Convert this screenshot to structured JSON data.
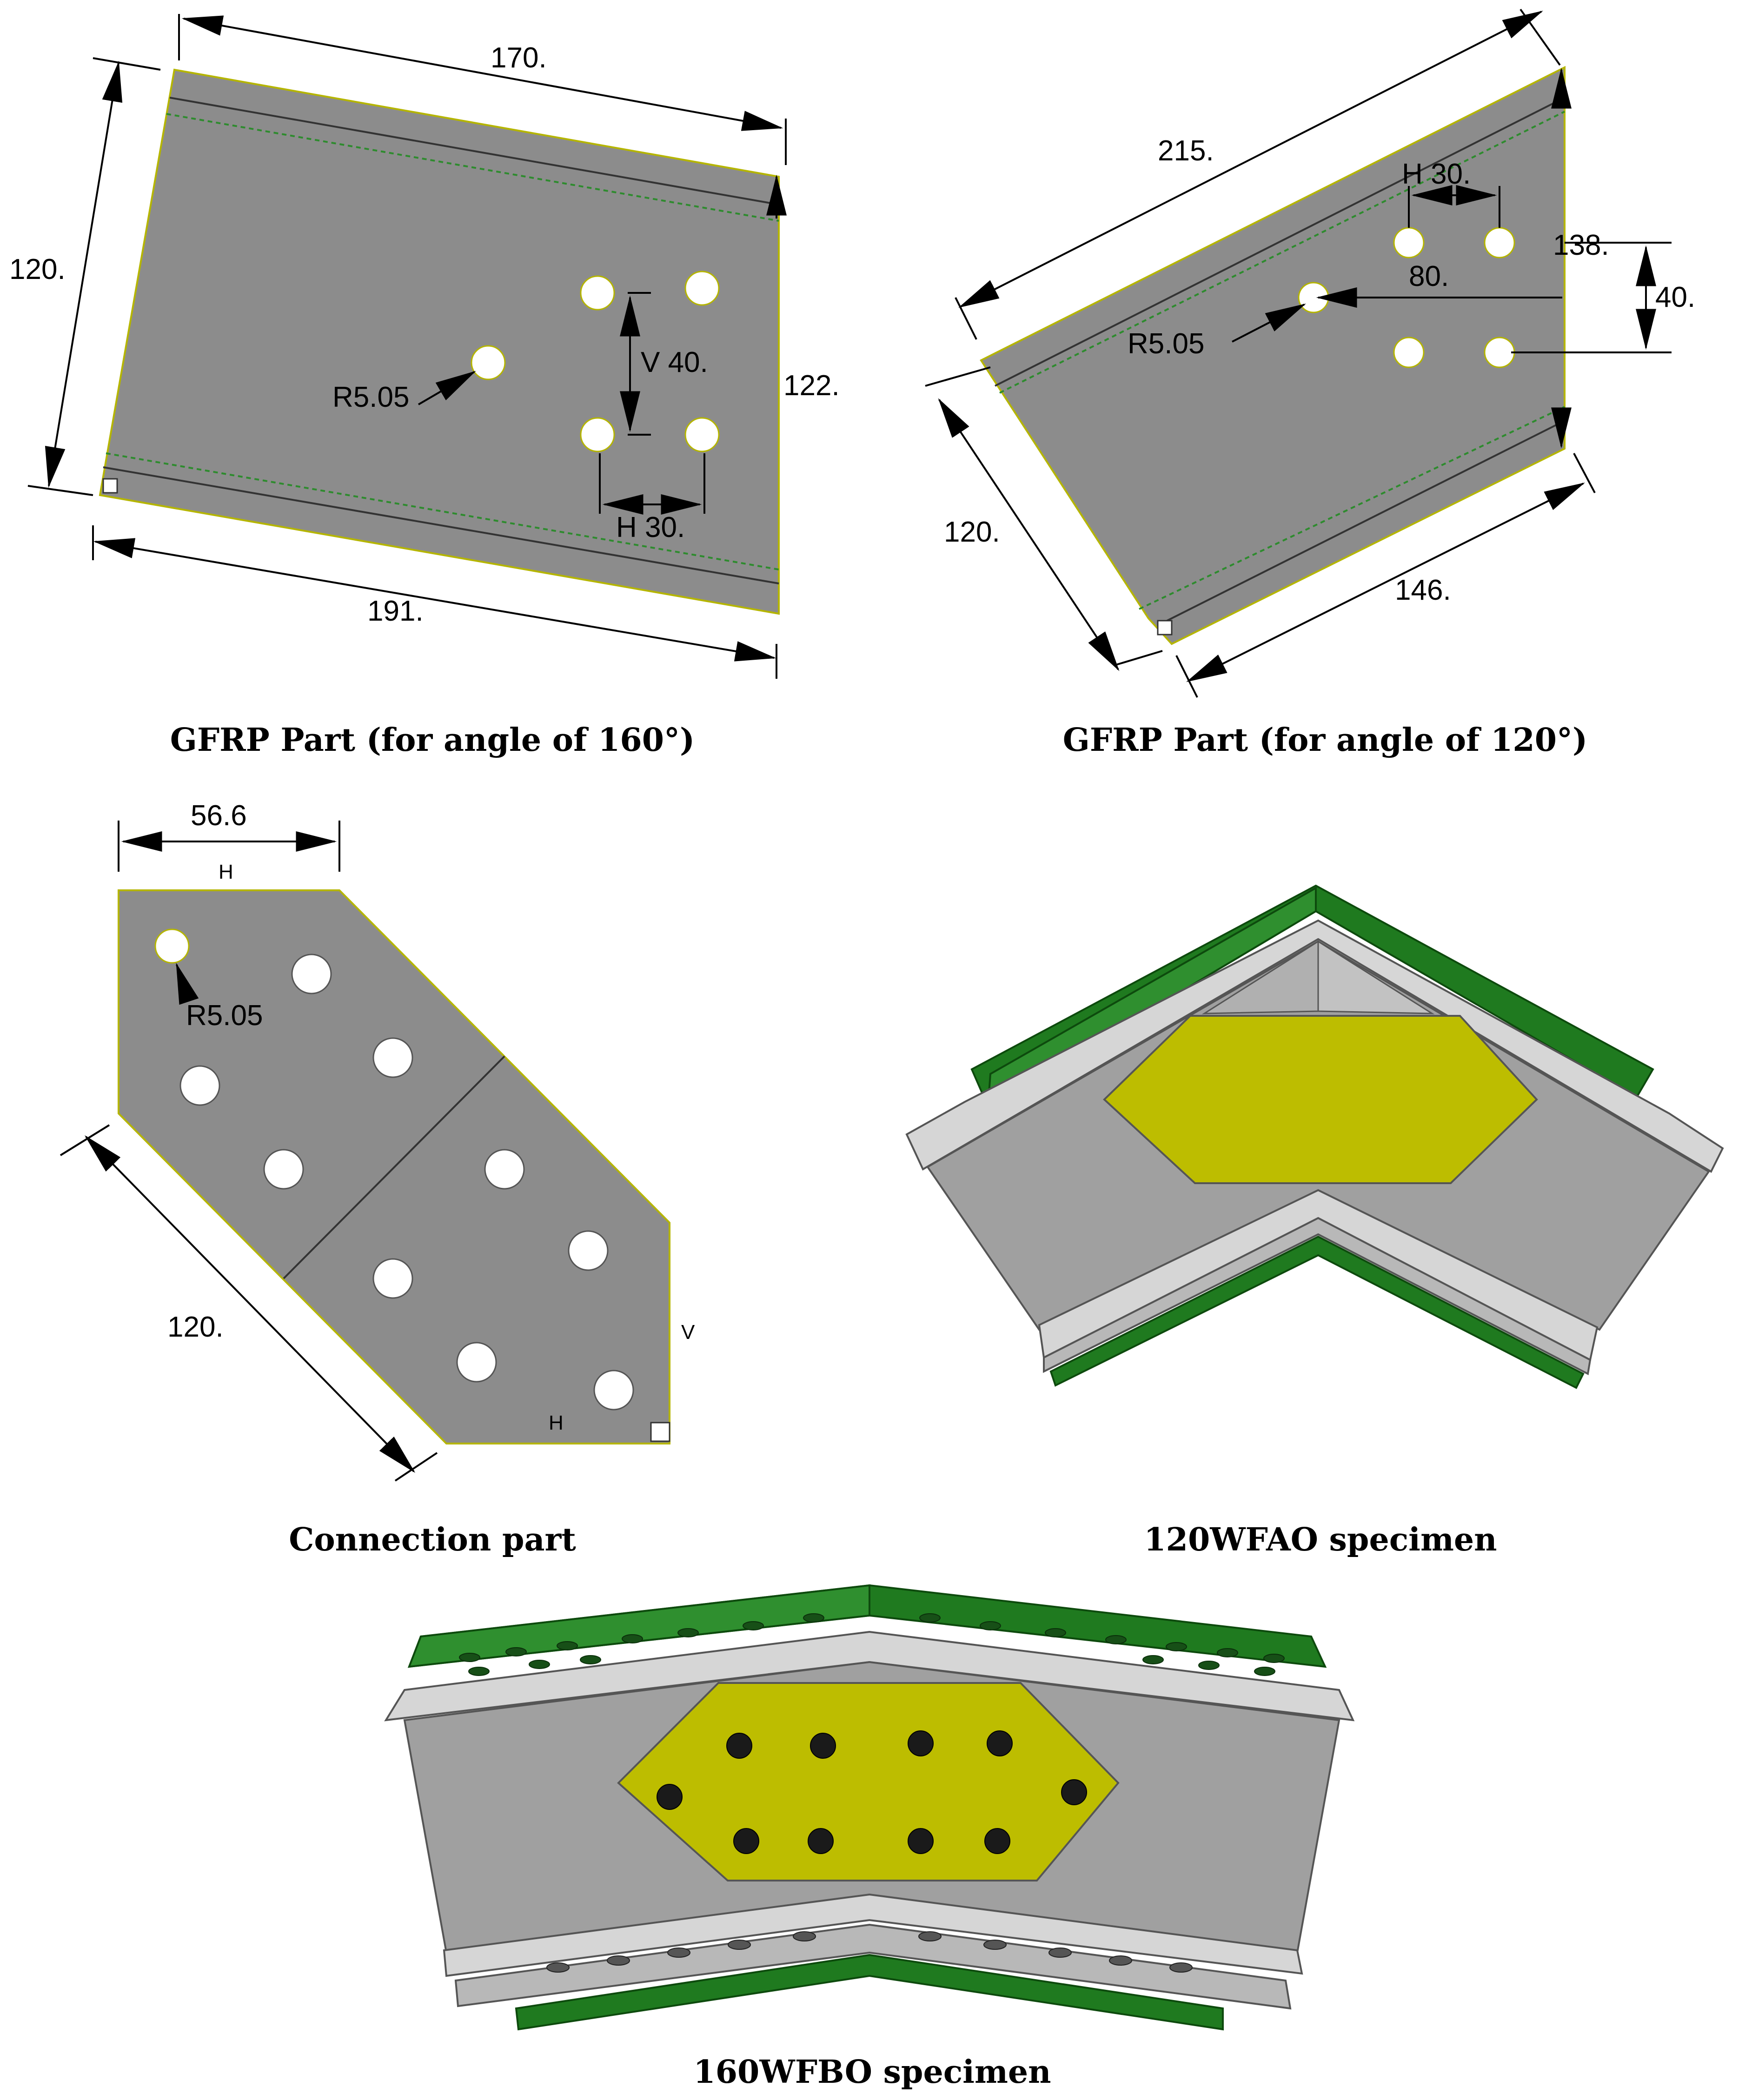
{
  "panels": {
    "gfrp160": {
      "caption": "GFRP Part (for angle of 160°)",
      "dims": {
        "top": "170.",
        "left": "120.",
        "right": "122.",
        "bottom": "191.",
        "radius": "R5.05",
        "vertical": "V 40.",
        "horizontal": "H 30."
      }
    },
    "gfrp120": {
      "caption": "GFRP Part (for angle of 120°)",
      "dims": {
        "top": "215.",
        "h": "H 30.",
        "d138": "138.",
        "d80": "80.",
        "d40": "40.",
        "radius": "R5.05",
        "left": "120.",
        "bottom": "146."
      }
    },
    "connection": {
      "caption": "Connection part",
      "dims": {
        "top": "56.6",
        "h_top": "H",
        "radius": "R5.05",
        "left": "120.",
        "v": "V",
        "h_bottom": "H"
      }
    },
    "wfao": {
      "caption": "120WFAO specimen"
    },
    "wfbo": {
      "caption": "160WFBO specimen"
    }
  },
  "colors": {
    "plate": "#8c8c8c",
    "flange_frp": "#1f7a1f",
    "splice": "#bdbd00",
    "steel": "#b8b8b8"
  }
}
